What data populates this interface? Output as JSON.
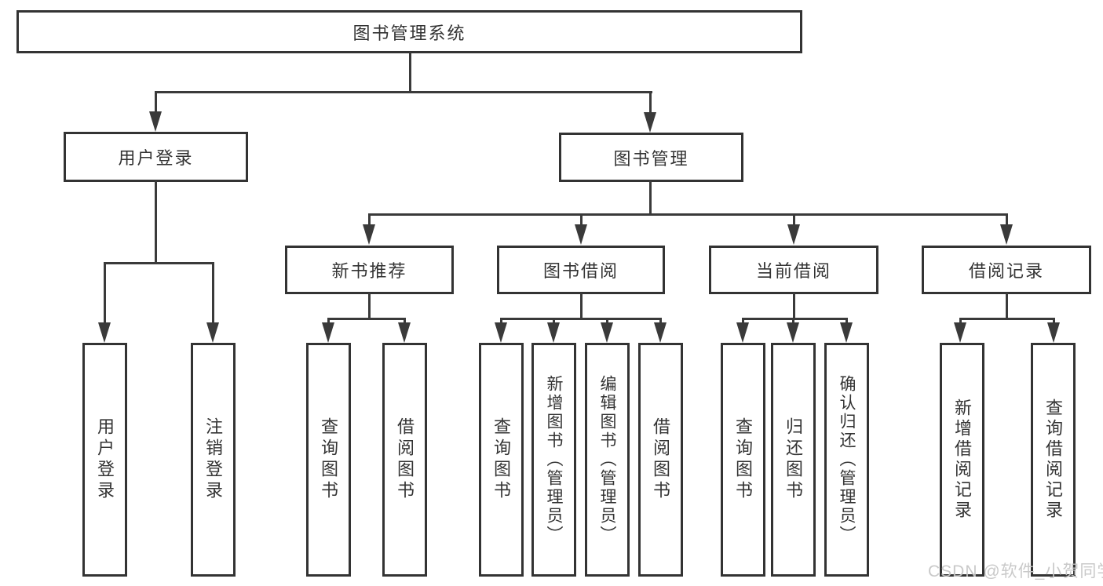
{
  "diagram": {
    "title_note": "",
    "root": {
      "label": "图书管理系统"
    },
    "level2": [
      {
        "label": "用户登录"
      },
      {
        "label": "图书管理"
      }
    ],
    "level3": [
      {
        "label": "新书推荐"
      },
      {
        "label": "图书借阅"
      },
      {
        "label": "当前借阅"
      },
      {
        "label": "借阅记录"
      }
    ],
    "leaves": {
      "user_login": [
        "用户登录",
        "注销登录"
      ],
      "new_book_recommend": [
        "查询图书",
        "借阅图书"
      ],
      "book_borrow": [
        "查询图书",
        "新增图书（管理员）",
        "编辑图书（管理员）",
        "借阅图书"
      ],
      "current_borrow": [
        "查询图书",
        "归还图书",
        "确认归还（管理员）"
      ],
      "borrow_record": [
        "新增借阅记录",
        "查询借阅记录"
      ]
    }
  },
  "watermark": {
    "text": "CSDN @软件_小贺同学",
    "color": "#c6c6c6"
  },
  "colors": {
    "line": "#3a3a3a",
    "border": "#333333",
    "text": "#333333",
    "background": "#ffffff"
  }
}
